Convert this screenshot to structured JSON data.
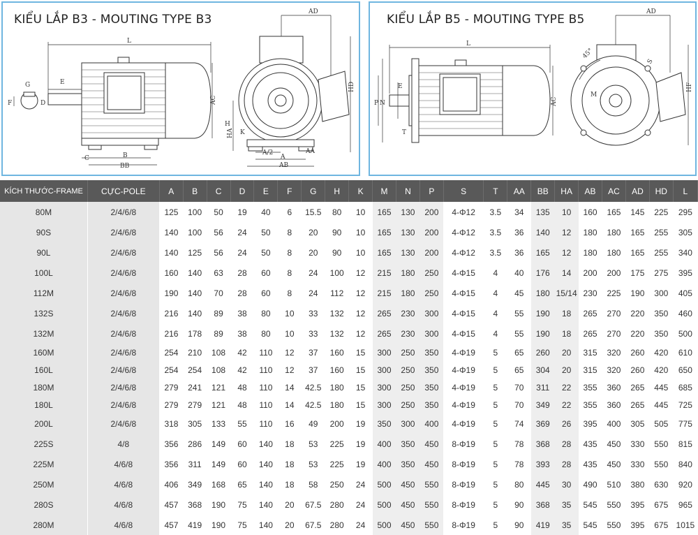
{
  "panels": {
    "b3": {
      "title": "KIỂU LẮP B3 - MOUTING TYPE B3"
    },
    "b5": {
      "title": "KIỂU LẮP B5 - MOUTING TYPE B5"
    }
  },
  "drawing_labels": {
    "L": "L",
    "AD": "AD",
    "AC": "AC",
    "HD": "HD",
    "G": "G",
    "E": "E",
    "F": "F",
    "D": "D",
    "C": "C",
    "B": "B",
    "BB": "BB",
    "H": "H",
    "HA": "HA",
    "K": "K",
    "A2": "A/2",
    "A": "A",
    "AB": "AB",
    "AA": "AA",
    "P": "P",
    "N": "N",
    "T": "T",
    "M": "M",
    "S": "S",
    "deg45": "45°"
  },
  "table": {
    "headers": [
      "KÍCH THƯỚC-FRAME",
      "CỰC-POLE",
      "A",
      "B",
      "C",
      "D",
      "E",
      "F",
      "G",
      "H",
      "K",
      "M",
      "N",
      "P",
      "S",
      "T",
      "AA",
      "BB",
      "HA",
      "AB",
      "AC",
      "AD",
      "HD",
      "L"
    ],
    "rows": [
      [
        "80M",
        "2/4/6/8",
        "125",
        "100",
        "50",
        "19",
        "40",
        "6",
        "15.5",
        "80",
        "10",
        "165",
        "130",
        "200",
        "4-Φ12",
        "3.5",
        "34",
        "135",
        "10",
        "160",
        "165",
        "145",
        "225",
        "295"
      ],
      [
        "90S",
        "2/4/6/8",
        "140",
        "100",
        "56",
        "24",
        "50",
        "8",
        "20",
        "90",
        "10",
        "165",
        "130",
        "200",
        "4-Φ12",
        "3.5",
        "36",
        "140",
        "12",
        "180",
        "180",
        "165",
        "255",
        "305"
      ],
      [
        "90L",
        "2/4/6/8",
        "140",
        "125",
        "56",
        "24",
        "50",
        "8",
        "20",
        "90",
        "10",
        "165",
        "130",
        "200",
        "4-Φ12",
        "3.5",
        "36",
        "165",
        "12",
        "180",
        "180",
        "165",
        "255",
        "340"
      ],
      [
        "100L",
        "2/4/6/8",
        "160",
        "140",
        "63",
        "28",
        "60",
        "8",
        "24",
        "100",
        "12",
        "215",
        "180",
        "250",
        "4-Φ15",
        "4",
        "40",
        "176",
        "14",
        "200",
        "200",
        "175",
        "275",
        "395"
      ],
      [
        "112M",
        "2/4/6/8",
        "190",
        "140",
        "70",
        "28",
        "60",
        "8",
        "24",
        "112",
        "12",
        "215",
        "180",
        "250",
        "4-Φ15",
        "4",
        "45",
        "180",
        "15/14",
        "230",
        "225",
        "190",
        "300",
        "405"
      ],
      [
        "132S",
        "2/4/6/8",
        "216",
        "140",
        "89",
        "38",
        "80",
        "10",
        "33",
        "132",
        "12",
        "265",
        "230",
        "300",
        "4-Φ15",
        "4",
        "55",
        "190",
        "18",
        "265",
        "270",
        "220",
        "350",
        "460"
      ],
      [
        "132M",
        "2/4/6/8",
        "216",
        "178",
        "89",
        "38",
        "80",
        "10",
        "33",
        "132",
        "12",
        "265",
        "230",
        "300",
        "4-Φ15",
        "4",
        "55",
        "190",
        "18",
        "265",
        "270",
        "220",
        "350",
        "500"
      ],
      [
        "160M",
        "2/4/6/8",
        "254",
        "210",
        "108",
        "42",
        "110",
        "12",
        "37",
        "160",
        "15",
        "300",
        "250",
        "350",
        "4-Φ19",
        "5",
        "65",
        "260",
        "20",
        "315",
        "320",
        "260",
        "420",
        "610"
      ],
      [
        "160L",
        "2/4/6/8",
        "254",
        "254",
        "108",
        "42",
        "110",
        "12",
        "37",
        "160",
        "15",
        "300",
        "250",
        "350",
        "4-Φ19",
        "5",
        "65",
        "304",
        "20",
        "315",
        "320",
        "260",
        "420",
        "650"
      ],
      [
        "180M",
        "2/4/6/8",
        "279",
        "241",
        "121",
        "48",
        "110",
        "14",
        "42.5",
        "180",
        "15",
        "300",
        "250",
        "350",
        "4-Φ19",
        "5",
        "70",
        "311",
        "22",
        "355",
        "360",
        "265",
        "445",
        "685"
      ],
      [
        "180L",
        "2/4/6/8",
        "279",
        "279",
        "121",
        "48",
        "110",
        "14",
        "42.5",
        "180",
        "15",
        "300",
        "250",
        "350",
        "4-Φ19",
        "5",
        "70",
        "349",
        "22",
        "355",
        "360",
        "265",
        "445",
        "725"
      ],
      [
        "200L",
        "2/4/6/8",
        "318",
        "305",
        "133",
        "55",
        "110",
        "16",
        "49",
        "200",
        "19",
        "350",
        "300",
        "400",
        "4-Φ19",
        "5",
        "74",
        "369",
        "26",
        "395",
        "400",
        "305",
        "505",
        "775"
      ],
      [
        "225S",
        "4/8",
        "356",
        "286",
        "149",
        "60",
        "140",
        "18",
        "53",
        "225",
        "19",
        "400",
        "350",
        "450",
        "8-Φ19",
        "5",
        "78",
        "368",
        "28",
        "435",
        "450",
        "330",
        "550",
        "815"
      ],
      [
        "225M",
        "4/6/8",
        "356",
        "311",
        "149",
        "60",
        "140",
        "18",
        "53",
        "225",
        "19",
        "400",
        "350",
        "450",
        "8-Φ19",
        "5",
        "78",
        "393",
        "28",
        "435",
        "450",
        "330",
        "550",
        "840"
      ],
      [
        "250M",
        "4/6/8",
        "406",
        "349",
        "168",
        "65",
        "140",
        "18",
        "58",
        "250",
        "24",
        "500",
        "450",
        "550",
        "8-Φ19",
        "5",
        "80",
        "445",
        "30",
        "490",
        "510",
        "380",
        "630",
        "920"
      ],
      [
        "280S",
        "4/6/8",
        "457",
        "368",
        "190",
        "75",
        "140",
        "20",
        "67.5",
        "280",
        "24",
        "500",
        "450",
        "550",
        "8-Φ19",
        "5",
        "90",
        "368",
        "35",
        "545",
        "550",
        "395",
        "675",
        "965"
      ],
      [
        "280M",
        "4/6/8",
        "457",
        "419",
        "190",
        "75",
        "140",
        "20",
        "67.5",
        "280",
        "24",
        "500",
        "450",
        "550",
        "8-Φ19",
        "5",
        "90",
        "419",
        "35",
        "545",
        "550",
        "395",
        "675",
        "1015"
      ]
    ]
  },
  "colors": {
    "header_bg": "#595959",
    "frame_col_bg": "#e6e6e6",
    "shade_col_bg": "#eeeeee",
    "panel_border": "#6fb6e0"
  }
}
